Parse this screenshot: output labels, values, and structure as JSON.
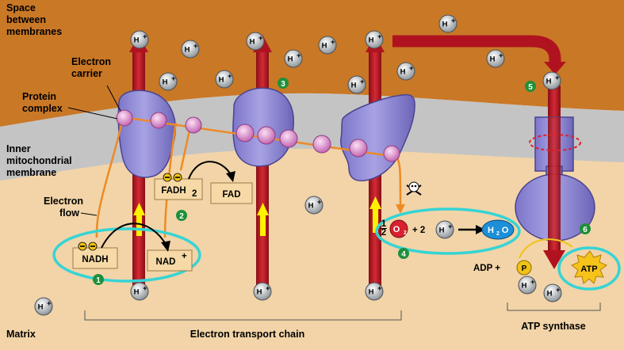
{
  "labels": {
    "space": [
      "Space",
      "between",
      "membranes"
    ],
    "electron_carrier": [
      "Electron",
      "carrier"
    ],
    "protein_complex": [
      "Protein",
      "complex"
    ],
    "inner_membrane": [
      "Inner",
      "mitochondrial",
      "membrane"
    ],
    "electron_flow": [
      "Electron",
      "flow"
    ],
    "matrix": "Matrix",
    "etc": "Electron transport chain",
    "atp_synthase": "ATP synthase"
  },
  "molecules": {
    "nadh": "NADH",
    "nad": "NAD",
    "nad_sup": "+",
    "fadh": "FADH",
    "fadh_sub": "2",
    "fad": "FAD",
    "half": "1",
    "half_den": "2",
    "o": "O",
    "o_sub": "2",
    "plus2": "+ 2",
    "h2o_h": "H",
    "h2o_sub": "2",
    "h2o_o": "O",
    "adp": "ADP +",
    "p": "P",
    "atp": "ATP"
  },
  "ion": {
    "base": "H",
    "sup": "+"
  },
  "steps": [
    "1",
    "2",
    "3",
    "4",
    "5",
    "6"
  ],
  "colors": {
    "intermembrane": "#c97826",
    "membrane": "#c4c4c4",
    "matrix": "#f2d4a8",
    "protein": "#8c86d4",
    "arrow_red": "#b0131f",
    "arrow_yellow": "#fff200",
    "electron_path": "#ee8a24",
    "highlight": "#36d4d4",
    "step_badge": "#1f8f3a"
  }
}
